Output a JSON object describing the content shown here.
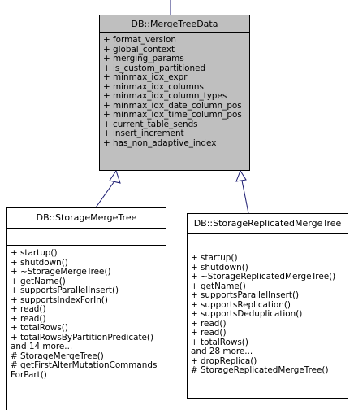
{
  "base_class": {
    "name": "DB::MergeTreeData",
    "attributes": [
      "+ format_version",
      "+ global_context",
      "+ merging_params",
      "+ is_custom_partitioned",
      "+ minmax_idx_expr",
      "+ minmax_idx_columns",
      "+ minmax_idx_column_types",
      "+ minmax_idx_date_column_pos",
      "+ minmax_idx_time_column_pos",
      "+ current_table_sends",
      "+ insert_increment",
      "+ has_non_adaptive_index"
    ]
  },
  "derived_left": {
    "name": "DB::StorageMergeTree",
    "methods": [
      "+ startup()",
      "+ shutdown()",
      "+ ~StorageMergeTree()",
      "+ getName()",
      "+ supportsParallelInsert()",
      "+ supportsIndexForIn()",
      "+ read()",
      "+ read()",
      "+ totalRows()",
      "+ totalRowsByPartitionPredicate()",
      "and 14 more...",
      "# StorageMergeTree()",
      "# getFirstAlterMutationCommands",
      "ForPart()"
    ]
  },
  "derived_right": {
    "name": "DB::StorageReplicatedMergeTree",
    "methods": [
      "+ startup()",
      "+ shutdown()",
      "+ ~StorageReplicatedMergeTree()",
      "+ getName()",
      "+ supportsParallelInsert()",
      "+ supportsReplication()",
      "+ supportsDeduplication()",
      "+ read()",
      "+ read()",
      "+ totalRows()",
      "and 28 more...",
      "+ dropReplica()",
      "# StorageReplicatedMergeTree()"
    ]
  },
  "colors": {
    "edge": "#191970",
    "base_fill": "#bfbfbf",
    "box_fill": "#ffffff"
  }
}
